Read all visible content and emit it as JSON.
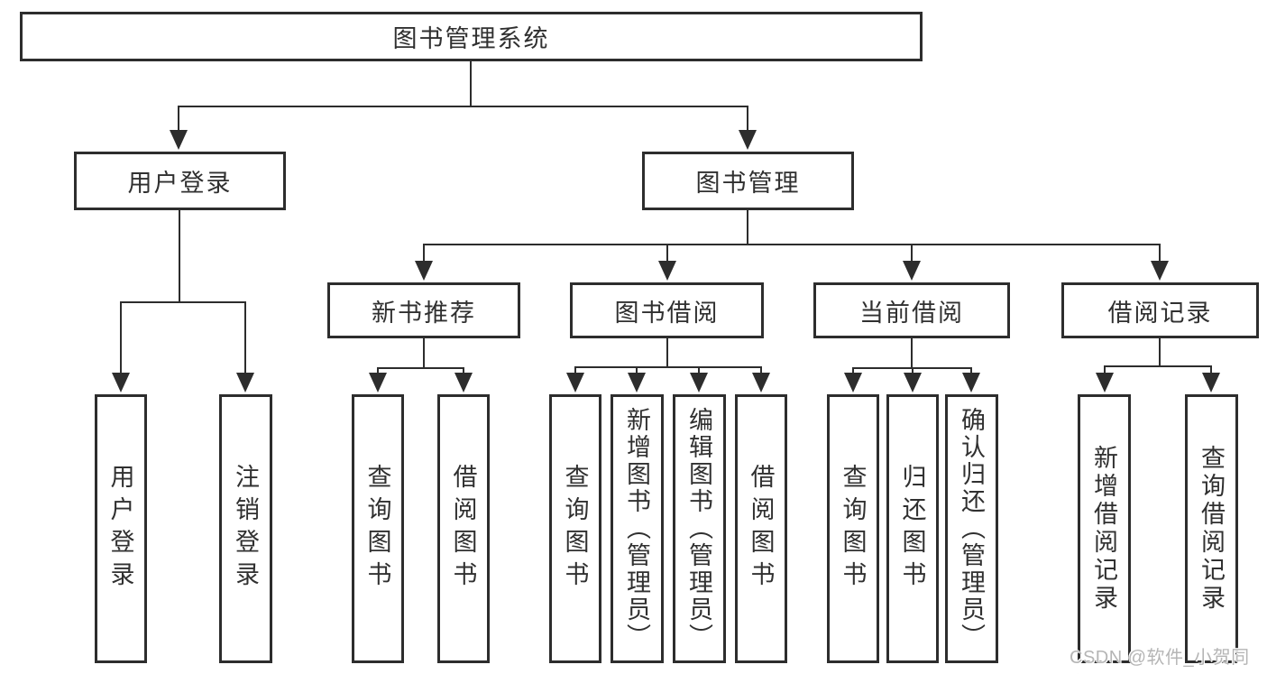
{
  "tree": {
    "root": {
      "label": "图书管理系统"
    },
    "user": {
      "label": "用户登录",
      "children": [
        {
          "label": "用户登录"
        },
        {
          "label": "注销登录"
        }
      ]
    },
    "mgmt": {
      "label": "图书管理",
      "groups": [
        {
          "label": "新书推荐",
          "children": [
            {
              "label": "查询图书"
            },
            {
              "label": "借阅图书"
            }
          ]
        },
        {
          "label": "图书借阅",
          "children": [
            {
              "label": "查询图书"
            },
            {
              "label": "新增图书（管理员）"
            },
            {
              "label": "编辑图书（管理员）"
            },
            {
              "label": "借阅图书"
            }
          ]
        },
        {
          "label": "当前借阅",
          "children": [
            {
              "label": "查询图书"
            },
            {
              "label": "归还图书"
            },
            {
              "label": "确认归还（管理员）"
            }
          ]
        },
        {
          "label": "借阅记录",
          "children": [
            {
              "label": "新增借阅记录"
            },
            {
              "label": "查询借阅记录"
            }
          ]
        }
      ]
    }
  },
  "watermark": "CSDN @软件_小贺同学",
  "colors": {
    "line": "#2d2d2d",
    "text": "#303030",
    "watermark": "#b5b5b5",
    "background": "#ffffff"
  }
}
